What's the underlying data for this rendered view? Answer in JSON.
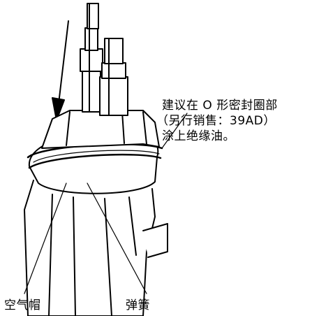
{
  "callouts": {
    "o_ring_note": {
      "line1": "建议在 O 形密封圈部",
      "line2": "（另行销售：39AD）",
      "line3": "涂上绝缘油。"
    },
    "air_cap": "空气帽",
    "spring": "弹簧"
  },
  "colors": {
    "line": "#000000",
    "fill": "#ffffff",
    "shade": "#d9d9d9"
  }
}
